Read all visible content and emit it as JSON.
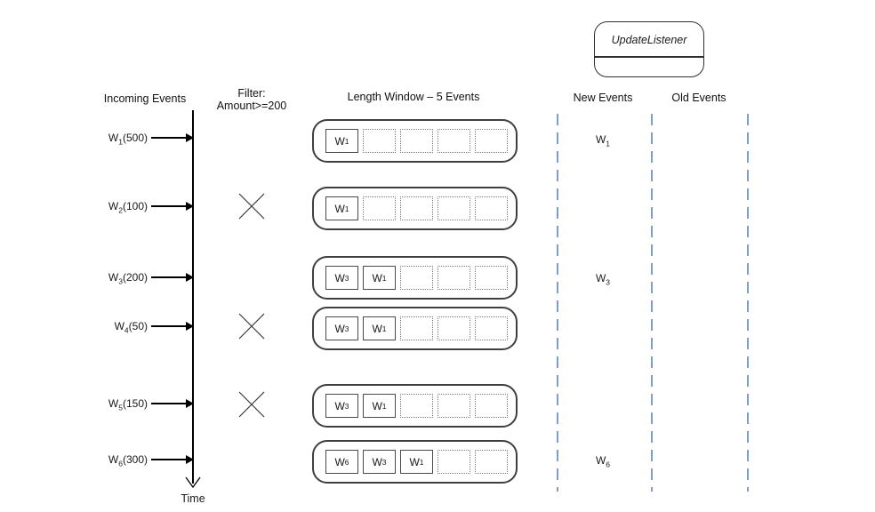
{
  "diagram": {
    "headers": {
      "incoming": "Incoming Events",
      "filter_line1": "Filter:",
      "filter_line2": "Amount>=200",
      "window": "Length Window – 5 Events",
      "new_events": "New Events",
      "old_events": "Old Events"
    },
    "listener": {
      "label": "UpdateListener"
    },
    "time_axis_label": "Time",
    "window_capacity": 5,
    "colors": {
      "guide_dashed_line": "#7d9ec9",
      "line": "#000000",
      "window_border": "#3f3f3f"
    },
    "rows": [
      {
        "event": {
          "base": "W",
          "sub": "1",
          "amount": "(500)"
        },
        "filtered": false,
        "window": [
          {
            "base": "W",
            "sub": "1"
          }
        ],
        "new_event": {
          "base": "W",
          "sub": "1"
        },
        "old_event": null
      },
      {
        "event": {
          "base": "W",
          "sub": "2",
          "amount": "(100)"
        },
        "filtered": true,
        "window": [
          {
            "base": "W",
            "sub": "1"
          }
        ],
        "new_event": null,
        "old_event": null
      },
      {
        "event": {
          "base": "W",
          "sub": "3",
          "amount": "(200)"
        },
        "filtered": false,
        "window": [
          {
            "base": "W",
            "sub": "3"
          },
          {
            "base": "W",
            "sub": "1"
          }
        ],
        "new_event": {
          "base": "W",
          "sub": "3"
        },
        "old_event": null
      },
      {
        "event": {
          "base": "W",
          "sub": "4",
          "amount": "(50)"
        },
        "filtered": true,
        "window": [
          {
            "base": "W",
            "sub": "3"
          },
          {
            "base": "W",
            "sub": "1"
          }
        ],
        "new_event": null,
        "old_event": null
      },
      {
        "event": {
          "base": "W",
          "sub": "5",
          "amount": "(150)"
        },
        "filtered": true,
        "window": [
          {
            "base": "W",
            "sub": "3"
          },
          {
            "base": "W",
            "sub": "1"
          }
        ],
        "new_event": null,
        "old_event": null
      },
      {
        "event": {
          "base": "W",
          "sub": "6",
          "amount": "(300)"
        },
        "filtered": false,
        "window": [
          {
            "base": "W",
            "sub": "6"
          },
          {
            "base": "W",
            "sub": "3"
          },
          {
            "base": "W",
            "sub": "1"
          }
        ],
        "new_event": {
          "base": "W",
          "sub": "6"
        },
        "old_event": null
      }
    ]
  }
}
